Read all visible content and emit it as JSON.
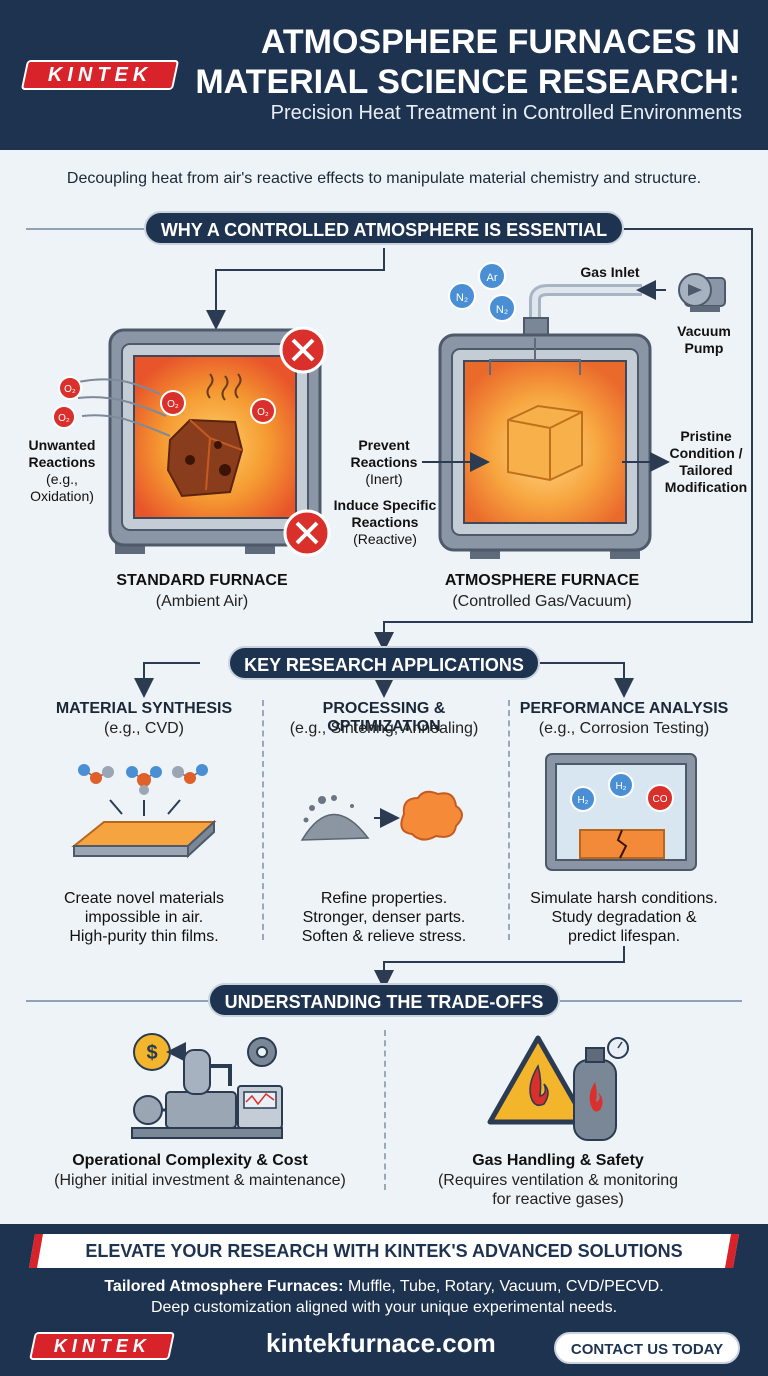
{
  "header": {
    "logo": "KINTEK",
    "title": "ATMOSPHERE FURNACES IN MATERIAL SCIENCE RESEARCH:",
    "subtitle": "Precision Heat Treatment in Controlled Environments"
  },
  "intro": "Decoupling heat from air's reactive effects to manipulate material chemistry and structure.",
  "section1": {
    "banner": "WHY A CONTROLLED ATMOSPHERE IS ESSENTIAL",
    "standard": {
      "title": "STANDARD FURNACE",
      "sub": "(Ambient Air)",
      "label_bold": "Unwanted Reactions",
      "label_reg": "(e.g., Oxidation)",
      "molecules": [
        "O₂",
        "O₂",
        "O₂",
        "O₂"
      ]
    },
    "atmosphere": {
      "title": "ATMOSPHERE FURNACE",
      "sub": "(Controlled Gas/Vacuum)",
      "prevent_bold": "Prevent Reactions",
      "prevent_reg": "(Inert)",
      "induce_bold": "Induce Specific Reactions",
      "induce_reg": "(Reactive)",
      "result_bold": "Pristine Condition / Tailored Modification",
      "gas_inlet": "Gas Inlet",
      "pump": "Vacuum Pump",
      "molecules": [
        "N₂",
        "Ar",
        "N₂"
      ]
    }
  },
  "section2": {
    "banner": "KEY RESEARCH APPLICATIONS",
    "apps": [
      {
        "title": "MATERIAL SYNTHESIS",
        "sub": "(e.g., CVD)",
        "desc": [
          "Create novel materials",
          "impossible in air.",
          "High-purity thin films."
        ]
      },
      {
        "title": "PROCESSING & OPTIMIZATION",
        "sub": "(e.g., Sintering, Annealing)",
        "desc": [
          "Refine properties.",
          "Stronger, denser parts.",
          "Soften & relieve stress."
        ]
      },
      {
        "title": "PERFORMANCE ANALYSIS",
        "sub": "(e.g., Corrosion Testing)",
        "desc": [
          "Simulate harsh conditions.",
          "Study degradation &",
          "predict lifespan."
        ]
      }
    ],
    "gases": [
      "H₂",
      "H₂",
      "CO"
    ]
  },
  "section3": {
    "banner": "UNDERSTANDING THE TRADE-OFFS",
    "left": {
      "title": "Operational Complexity & Cost",
      "sub": "(Higher initial investment & maintenance)",
      "symbol": "$"
    },
    "right": {
      "title": "Gas Handling & Safety",
      "sub1": "(Requires ventilation & monitoring",
      "sub2": "for reactive gases)"
    }
  },
  "footer": {
    "banner": "ELEVATE YOUR RESEARCH WITH KINTEK'S ADVANCED SOLUTIONS",
    "line1_bold": "Tailored Atmosphere Furnaces:",
    "line1_reg": " Muffle, Tube, Rotary, Vacuum, CVD/PECVD.",
    "line2": "Deep customization aligned with your unique experimental needs.",
    "logo": "KINTEK",
    "site": "kintekfurnace.com",
    "cta": "CONTACT US TODAY"
  },
  "colors": {
    "navy": "#1e3350",
    "brand_red": "#d8232a",
    "warn_red": "#d9302c",
    "molecule_blue": "#4a8fd4",
    "furnace_glow": "#f59a32"
  }
}
